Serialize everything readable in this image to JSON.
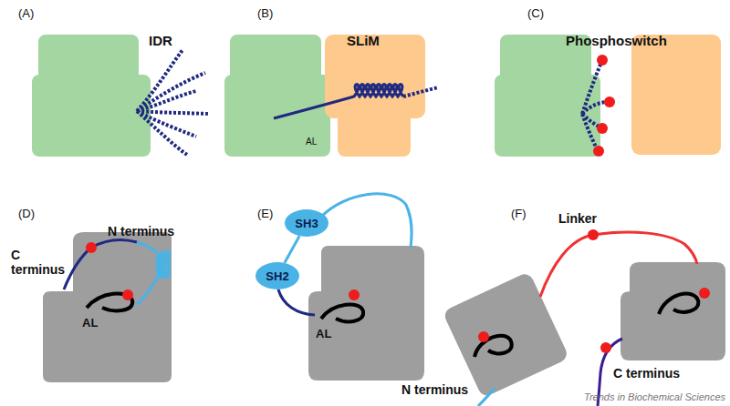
{
  "diagram": {
    "nodes": [
      {
        "text": [
          "SH3"
        ]
      },
      {
        "text": [
          "SH2"
        ]
      }
    ],
    "edges": [
      {
        "from": 0,
        "to": 1,
        "arrow": "none"
      }
    ],
    "labels": [
      "(A)",
      "IDR",
      "(B)",
      "SLiM",
      "AL",
      "(C)",
      "Phosphoswitch",
      "(D)",
      "C terminus",
      "N terminus",
      "AL",
      "(E)",
      "AL",
      "(F)",
      "Linker",
      "N terminus",
      "C  terminus",
      "Trends in Biochemical Sciences"
    ]
  }
}
